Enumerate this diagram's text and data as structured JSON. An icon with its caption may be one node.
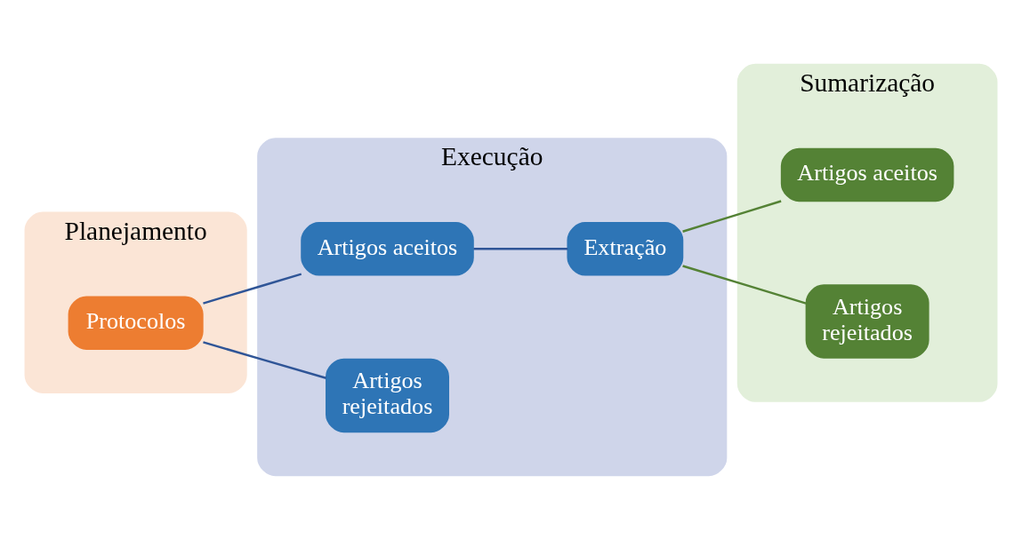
{
  "diagram": {
    "nodes": [
      {
        "text": [
          "Planejamento"
        ]
      },
      {
        "text": [
          "Protocolos"
        ],
        "in": 0
      },
      {
        "text": [
          "Execução"
        ]
      },
      {
        "text": [
          "Artigos aceitos"
        ],
        "in": 2
      },
      {
        "text": [
          "Artigos rejeitados"
        ],
        "in": 2
      },
      {
        "text": [
          "Extração"
        ],
        "in": 2
      },
      {
        "text": [
          "Sumarização"
        ]
      },
      {
        "text": [
          "Artigos aceitos"
        ],
        "in": 6
      },
      {
        "text": [
          "Artigos rejeitados"
        ],
        "in": 6
      }
    ],
    "edges": [
      {
        "from": 1,
        "to": 3,
        "arrow": "none"
      },
      {
        "from": 1,
        "to": 4,
        "arrow": "none"
      },
      {
        "from": 3,
        "to": 5,
        "arrow": "none"
      },
      {
        "from": 5,
        "to": 7,
        "arrow": "none",
        "color": "#548235"
      },
      {
        "from": 5,
        "to": 8,
        "arrow": "none",
        "color": "#548235"
      }
    ]
  }
}
